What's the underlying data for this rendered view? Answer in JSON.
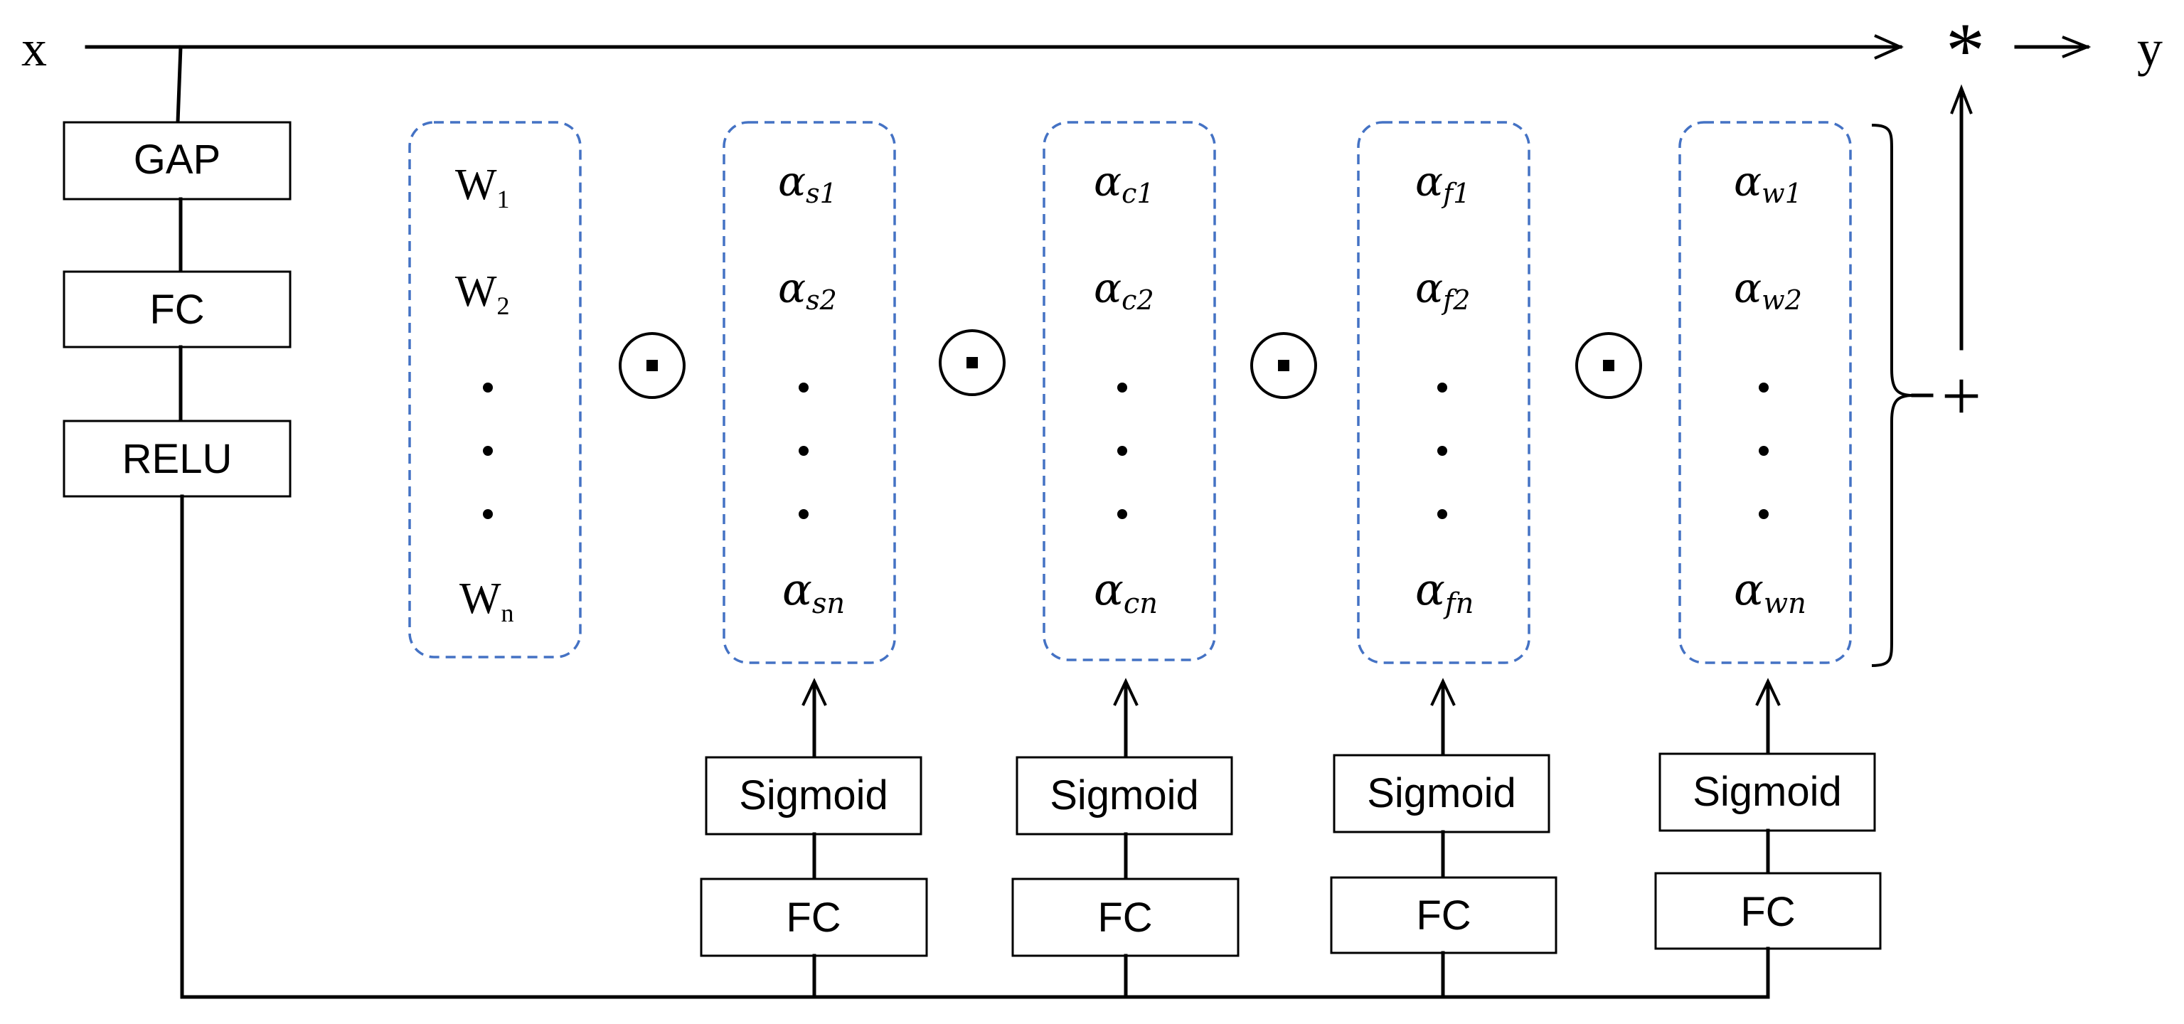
{
  "labels": {
    "input": "x",
    "output": "y",
    "multiply": "*",
    "plus": "+"
  },
  "left_chain": [
    "GAP",
    "FC",
    "RELU"
  ],
  "weights": {
    "w1_base": "W",
    "w1_sub": "1",
    "w2_base": "W",
    "w2_sub": "2",
    "wn_base": "W",
    "wn_sub": "n",
    "dot": "•"
  },
  "branches": [
    {
      "a1_base": "α",
      "a1_sub": "s1",
      "a2_base": "α",
      "a2_sub": "s2",
      "an_base": "α",
      "an_sub": "sn",
      "sigmoid": "Sigmoid",
      "fc": "FC"
    },
    {
      "a1_base": "α",
      "a1_sub": "c1",
      "a2_base": "α",
      "a2_sub": "c2",
      "an_base": "α",
      "an_sub": "cn",
      "sigmoid": "Sigmoid",
      "fc": "FC"
    },
    {
      "a1_base": "α",
      "a1_sub": "f1",
      "a2_base": "α",
      "a2_sub": "f2",
      "an_base": "α",
      "an_sub": "fn",
      "sigmoid": "Sigmoid",
      "fc": "FC"
    },
    {
      "a1_base": "α",
      "a1_sub": "w1",
      "a2_base": "α",
      "a2_sub": "w2",
      "an_base": "α",
      "an_sub": "wn",
      "sigmoid": "Sigmoid",
      "fc": "FC"
    }
  ],
  "colors": {
    "dashed_border": "#4472C4",
    "line": "#000000"
  }
}
